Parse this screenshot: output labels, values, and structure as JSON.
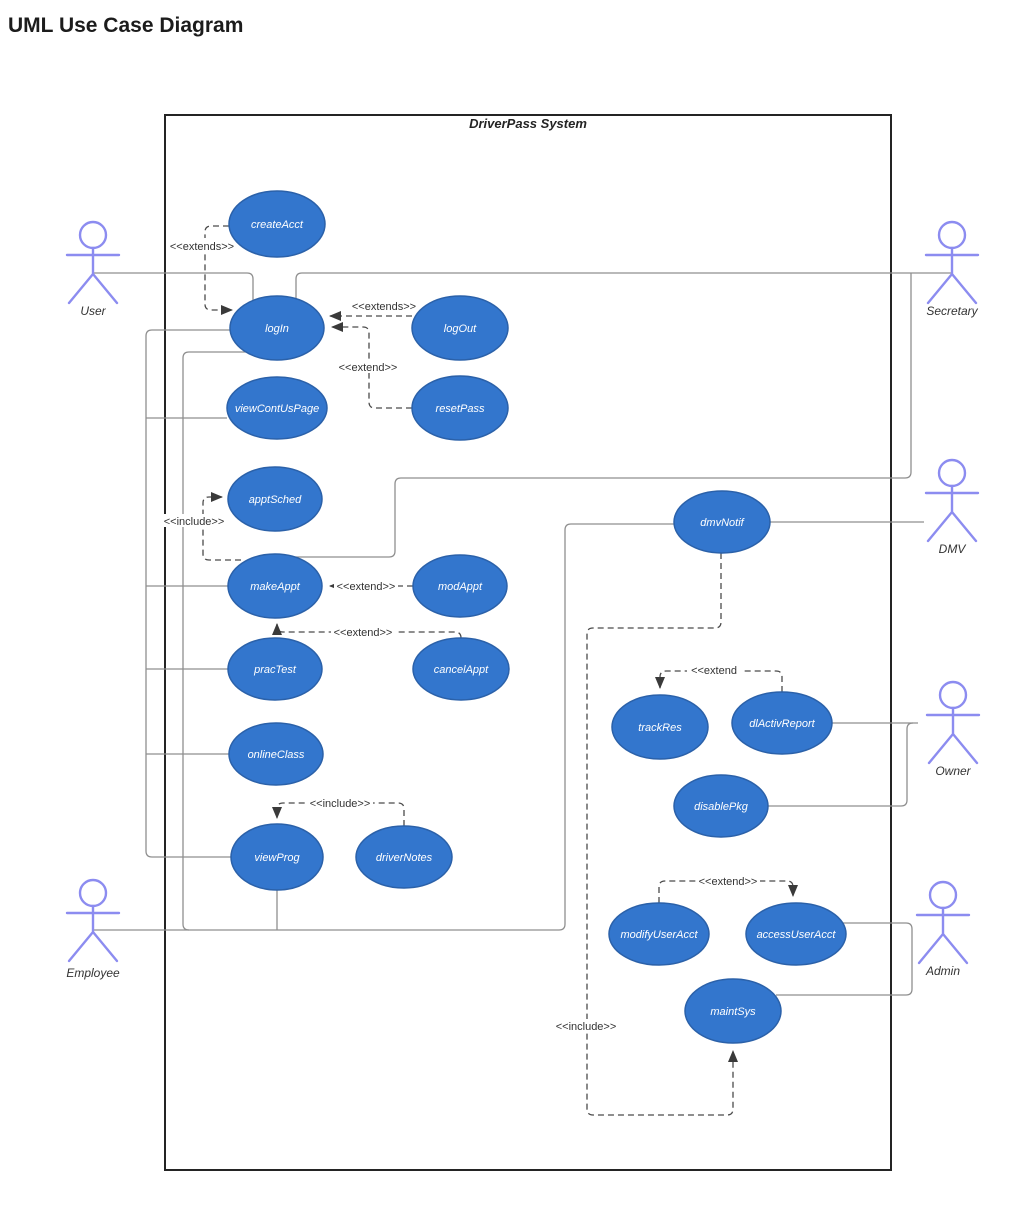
{
  "page": {
    "title": "UML Use Case Diagram"
  },
  "system": {
    "title": "DriverPass System"
  },
  "actors": {
    "user": {
      "label": "User"
    },
    "secretary": {
      "label": "Secretary"
    },
    "dmv": {
      "label": "DMV"
    },
    "owner": {
      "label": "Owner"
    },
    "admin": {
      "label": "Admin"
    },
    "employee": {
      "label": "Employee"
    }
  },
  "usecases": {
    "createAcct": {
      "label": "createAcct"
    },
    "logIn": {
      "label": "logIn"
    },
    "logOut": {
      "label": "logOut"
    },
    "viewContUsPage": {
      "label": "viewContUsPage"
    },
    "resetPass": {
      "label": "resetPass"
    },
    "apptSched": {
      "label": "apptSched"
    },
    "makeAppt": {
      "label": "makeAppt"
    },
    "modAppt": {
      "label": "modAppt"
    },
    "pracTest": {
      "label": "pracTest"
    },
    "cancelAppt": {
      "label": "cancelAppt"
    },
    "onlineClass": {
      "label": "onlineClass"
    },
    "viewProg": {
      "label": "viewProg"
    },
    "driverNotes": {
      "label": "driverNotes"
    },
    "dmvNotif": {
      "label": "dmvNotif"
    },
    "trackRes": {
      "label": "trackRes"
    },
    "dlActivReport": {
      "label": "dlActivReport"
    },
    "disablePkg": {
      "label": "disablePkg"
    },
    "modifyUserAcct": {
      "label": "modifyUserAcct"
    },
    "accessUserAcct": {
      "label": "accessUserAcct"
    },
    "maintSys": {
      "label": "maintSys"
    }
  },
  "relations": {
    "createAcct_logIn": {
      "label": "<<extends>>",
      "from": "createAcct",
      "to": "logIn"
    },
    "logOut_logIn": {
      "label": "<<extends>>",
      "from": "logOut",
      "to": "logIn"
    },
    "resetPass_logIn": {
      "label": "<<extend>>",
      "from": "resetPass",
      "to": "logIn"
    },
    "makeAppt_apptSched": {
      "label": "<<include>>",
      "from": "makeAppt",
      "to": "apptSched"
    },
    "modAppt_makeAppt": {
      "label": "<<extend>>",
      "from": "modAppt",
      "to": "makeAppt"
    },
    "cancelAppt_makeAppt": {
      "label": "<<extend>>",
      "from": "cancelAppt",
      "to": "makeAppt"
    },
    "driverNotes_viewProg": {
      "label": "<<include>>",
      "from": "driverNotes",
      "to": "viewProg"
    },
    "dlActivReport_trackRes": {
      "label": "<<extend",
      "from": "dlActivReport",
      "to": "trackRes"
    },
    "modifyUserAcct_accessUserAcct": {
      "label": "<<extend>>",
      "from": "modifyUserAcct",
      "to": "accessUserAcct"
    },
    "dmvNotif_maintSys": {
      "label": "<<include>>",
      "from": "dmvNotif",
      "to": "maintSys"
    }
  },
  "associations": [
    [
      "User",
      "logIn"
    ],
    [
      "User",
      "viewContUsPage"
    ],
    [
      "User",
      "makeAppt"
    ],
    [
      "User",
      "pracTest"
    ],
    [
      "User",
      "onlineClass"
    ],
    [
      "User",
      "viewProg"
    ],
    [
      "Secretary",
      "logIn"
    ],
    [
      "Secretary",
      "makeAppt"
    ],
    [
      "DMV",
      "dmvNotif"
    ],
    [
      "Owner",
      "dlActivReport"
    ],
    [
      "Owner",
      "disablePkg"
    ],
    [
      "Admin",
      "accessUserAcct"
    ],
    [
      "Admin",
      "maintSys"
    ],
    [
      "Employee",
      "logIn"
    ],
    [
      "Employee",
      "viewProg"
    ],
    [
      "Employee",
      "dmvNotif"
    ]
  ],
  "colors": {
    "usecase_fill": "#3376cd",
    "usecase_stroke": "#2b61a9",
    "usecase_text": "#ffffff",
    "actor": "#8c8cf0",
    "association_line": "#8f8f8f",
    "dependency_line": "#4a4a4a",
    "boundary": "#242424"
  }
}
